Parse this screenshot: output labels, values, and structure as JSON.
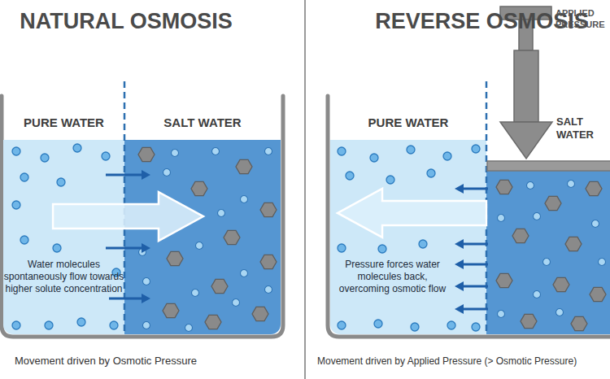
{
  "diagram": {
    "nodes": [
      {
        "text": [
          "NATURAL OSMOSIS"
        ]
      },
      {
        "text": [
          "PURE WATER",
          "Water molecules spontaneously flow towards higher solute concentration"
        ],
        "in": 0
      },
      {
        "text": [
          "SALT WATER"
        ],
        "in": 0
      },
      {
        "text": [
          "REVERSE OSMOSIS"
        ]
      },
      {
        "text": [
          "PURE WATER",
          "Pressure forces water molecules back, overcoming osmotic flow"
        ],
        "in": 3
      },
      {
        "text": [
          "SALT WATER"
        ],
        "in": 3
      }
    ],
    "edges": [
      {
        "from": 1,
        "to": 2,
        "arrow": "to"
      },
      {
        "from": 5,
        "to": 4,
        "arrow": "to"
      }
    ],
    "labels": [
      "Movement driven by Osmotic Pressure",
      "APPLIED PRESSURE",
      "Movement driven by Applied Pressure (> Osmotic Pressure)"
    ]
  }
}
